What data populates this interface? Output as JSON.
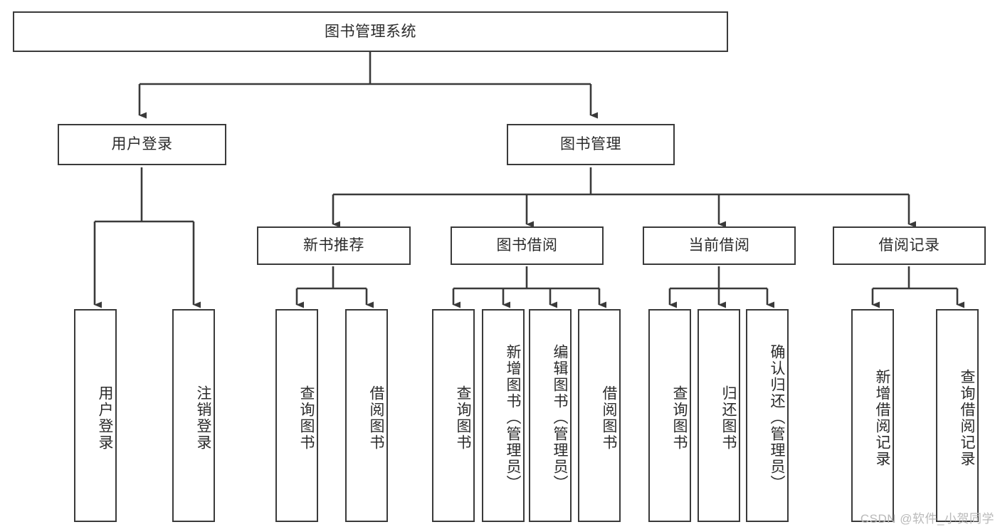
{
  "diagram": {
    "title_node": {
      "label": "图书管理系统"
    },
    "level2": [
      {
        "id": "user-login",
        "label": "用户登录"
      },
      {
        "id": "book-management",
        "label": "图书管理"
      }
    ],
    "level3": [
      {
        "id": "new-book-recommend",
        "label": "新书推荐"
      },
      {
        "id": "book-borrow",
        "label": "图书借阅"
      },
      {
        "id": "current-borrow",
        "label": "当前借阅"
      },
      {
        "id": "borrow-record",
        "label": "借阅记录"
      }
    ],
    "leaves": {
      "user_login": [
        {
          "id": "leaf-user-login",
          "label": "用户登录"
        },
        {
          "id": "leaf-logout-login",
          "label": "注销登录"
        }
      ],
      "new_book_recommend": [
        {
          "id": "leaf-query-book-1",
          "label": "查询图书"
        },
        {
          "id": "leaf-borrow-book-1",
          "label": "借阅图书"
        }
      ],
      "book_borrow": [
        {
          "id": "leaf-query-book-2",
          "label": "查询图书"
        },
        {
          "id": "leaf-add-book",
          "label": "新增图书（管理员）"
        },
        {
          "id": "leaf-edit-book",
          "label": "编辑图书（管理员）"
        },
        {
          "id": "leaf-borrow-book-2",
          "label": "借阅图书"
        }
      ],
      "current_borrow": [
        {
          "id": "leaf-query-book-3",
          "label": "查询图书"
        },
        {
          "id": "leaf-return-book",
          "label": "归还图书"
        },
        {
          "id": "leaf-confirm-return",
          "label": "确认归还（管理员）"
        }
      ],
      "borrow_record": [
        {
          "id": "leaf-add-record",
          "label": "新增借阅记录"
        },
        {
          "id": "leaf-query-record",
          "label": "查询借阅记录"
        }
      ]
    }
  },
  "watermark": {
    "text": "CSDN @软件_小贺同学"
  },
  "colors": {
    "stroke": "#3a3a3a",
    "background": "#ffffff",
    "text": "#2b2b2b",
    "watermark": "#b9b9b9"
  }
}
